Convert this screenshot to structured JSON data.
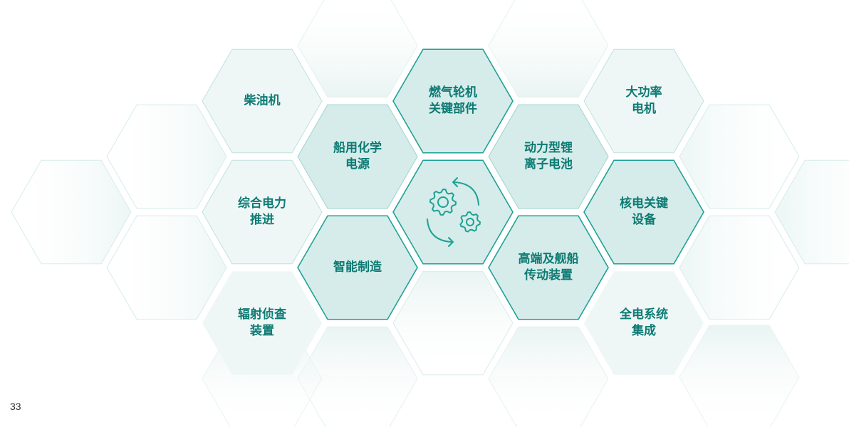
{
  "colors": {
    "accent": "#1fa196",
    "label_text": "#0d7a73",
    "fill_strong": "#d5ecea",
    "fill_light": "#eef7f6"
  },
  "center_icon": "gears-rotation-icon",
  "hexagons": [
    {
      "id": "diesel-engine",
      "lines": [
        "柴油机"
      ]
    },
    {
      "id": "gas-turbine-key-parts",
      "lines": [
        "燃气轮机",
        "关键部件"
      ]
    },
    {
      "id": "high-power-motor",
      "lines": [
        "大功率",
        "电机"
      ]
    },
    {
      "id": "marine-chemical-power-source",
      "lines": [
        "船用化学",
        "电源"
      ]
    },
    {
      "id": "power-lithium-ion-battery",
      "lines": [
        "动力型锂",
        "离子电池"
      ]
    },
    {
      "id": "integrated-electric-propulsion",
      "lines": [
        "综合电力",
        "推进"
      ]
    },
    {
      "id": "nuclear-power-key-equipment",
      "lines": [
        "核电关键",
        "设备"
      ]
    },
    {
      "id": "intelligent-manufacturing",
      "lines": [
        "智能制造"
      ]
    },
    {
      "id": "high-end-ship-transmission",
      "lines": [
        "高端及舰船",
        "传动装置"
      ]
    },
    {
      "id": "radiation-reconnaissance-device",
      "lines": [
        "辐射侦查",
        "装置"
      ]
    },
    {
      "id": "all-electric-system-integration",
      "lines": [
        "全电系统",
        "集成"
      ]
    }
  ],
  "page_number": "33"
}
